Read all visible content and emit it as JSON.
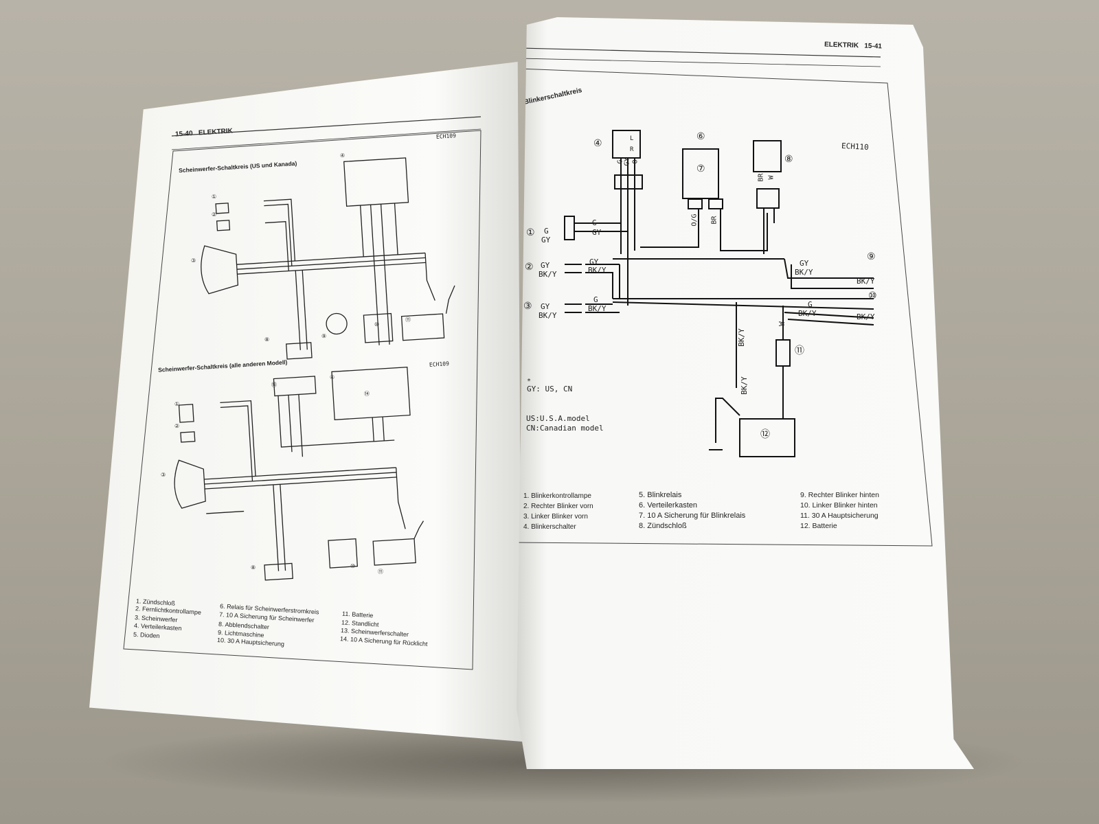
{
  "left_page": {
    "header_page": "15-40",
    "header_section": "ELEKTRIK",
    "diagram_top": {
      "title": "Scheinwerfer-Schaltkreis (US und Kanada)",
      "code": "ECH109"
    },
    "diagram_bottom": {
      "title": "Scheinwerfer-Schaltkreis (alle anderen Modell)",
      "code": "ECH109"
    },
    "legend": [
      "1. Zündschloß",
      "2. Fernlichtkontrollampe",
      "3. Scheinwerfer",
      "4. Verteilerkasten",
      "5. Dioden",
      "6. Relais für Scheinwerferstromkreis",
      "7. 10 A Sicherung für Scheinwerfer",
      "8. Abblendschalter",
      "9. Lichtmaschine",
      "10. 30 A Hauptsicherung",
      "11. Batterie",
      "12. Standlicht",
      "13. Scheinwerferschalter",
      "14. 10 A Sicherung für Rücklicht"
    ]
  },
  "right_page": {
    "header_section": "ELEKTRIK",
    "header_page": "15-41",
    "diagram": {
      "title": "Blinkerschaltkreis",
      "code": "ECH110",
      "wire_labels": {
        "g": "G",
        "gy": "GY",
        "o": "O",
        "bky": "BK/Y",
        "og": "O/G",
        "br": "BR",
        "w": "W"
      },
      "note_star": "*",
      "note_gy": "GY: US, CN",
      "note_us": "US:U.S.A.model",
      "note_cn": "CN:Canadian model",
      "l_mark": "L",
      "r_mark": "R"
    },
    "legend": [
      "1. Blinkerkontrollampe",
      "2. Rechter Blinker vorn",
      "3. Linker Blinker vorn",
      "4. Blinkerschalter",
      "5. Blinkrelais",
      "6. Verteilerkasten",
      "7. 10 A Sicherung für Blinkrelais",
      "8. Zündschloß",
      "9. Rechter Blinker hinten",
      "10. Linker Blinker hinten",
      "11. 30 A Hauptsicherung",
      "12. Batterie"
    ],
    "callouts": [
      "1",
      "2",
      "3",
      "4",
      "6",
      "7",
      "8",
      "9",
      "10",
      "11",
      "12"
    ]
  },
  "colors": {
    "table": "#aaa598",
    "paper": "#f7f7f5",
    "ink": "#222222"
  }
}
